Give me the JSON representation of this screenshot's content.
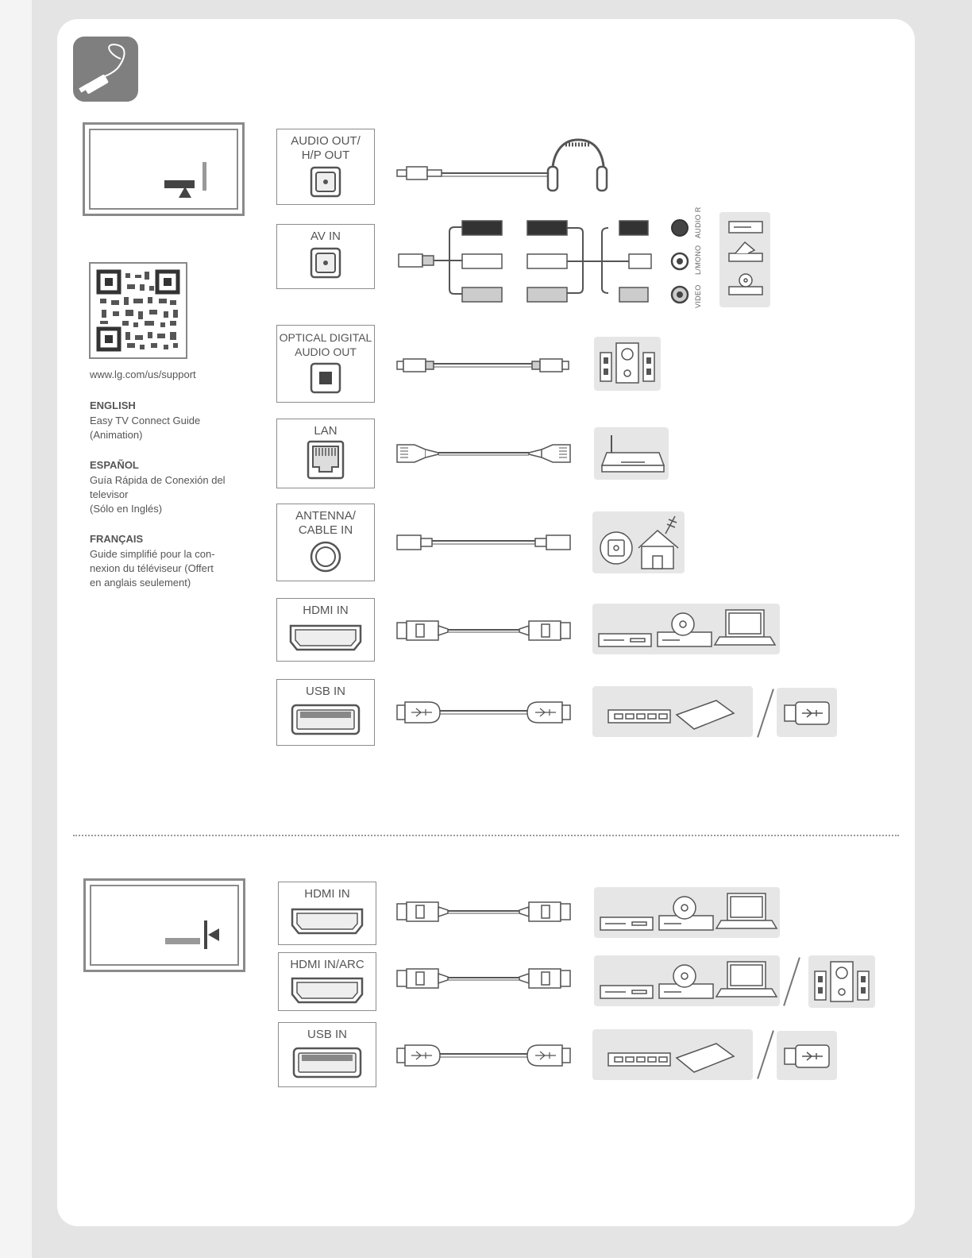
{
  "sidebar": {
    "url": "www.lg.com/us/support",
    "languages": [
      {
        "name": "ENGLISH",
        "lines": [
          "Easy TV Connect Guide",
          "(Animation)"
        ]
      },
      {
        "name": "ESPAÑOL",
        "lines": [
          "Guía Rápida de Conexión del",
          "televisor",
          "(Sólo en Inglés)"
        ]
      },
      {
        "name": "FRANÇAIS",
        "lines": [
          "Guide simplifié pour la con-",
          "nexion du téléviseur (Offert",
          "en anglais seulement)"
        ]
      }
    ]
  },
  "section1_ports": [
    {
      "label": "AUDIO OUT/\nH/P OUT"
    },
    {
      "label": "AV IN"
    },
    {
      "label": "OPTICAL DIGITAL\nAUDIO OUT"
    },
    {
      "label": "LAN"
    },
    {
      "label": "ANTENNA/\nCABLE IN"
    },
    {
      "label": "HDMI IN"
    },
    {
      "label": "USB IN"
    }
  ],
  "av_labels": {
    "video": "VIDEO",
    "mono": "L/MONO",
    "audio_r": "AUDIO R"
  },
  "section2_ports": [
    {
      "label": "HDMI IN"
    },
    {
      "label": "HDMI IN/ARC"
    },
    {
      "label": "USB IN"
    }
  ],
  "icons": [
    "cable-connect-icon",
    "qr-code",
    "headphones-icon",
    "rca-cable-icon",
    "speaker-icon",
    "router-icon",
    "house-antenna-icon",
    "hdmi-cable-icon",
    "usb-cable-icon",
    "blu-ray-player-icon",
    "laptop-icon",
    "hard-drive-icon",
    "usb-stick-icon"
  ]
}
